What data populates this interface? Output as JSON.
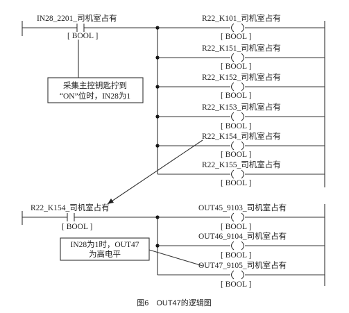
{
  "rung1": {
    "contact_tag": "IN28_2201_司机室占有",
    "contact_type": "[ BOOL ]",
    "coils": [
      {
        "tag": "R22_K101_司机室占有",
        "type": "[ BOOL ]"
      },
      {
        "tag": "R22_K151_司机室占有",
        "type": "[ BOOL ]"
      },
      {
        "tag": "R22_K152_司机室占有",
        "type": "[ BOOL ]"
      },
      {
        "tag": "R22_K153_司机室占有",
        "type": "[ BOOL ]"
      },
      {
        "tag": "R22_K154_司机室占有",
        "type": "[ BOOL ]"
      },
      {
        "tag": "R22_K155_司机室占有",
        "type": "[ BOOL ]"
      }
    ],
    "note_lines": [
      "采集主控钥匙拧到",
      "“ON”位时，IN28为1"
    ]
  },
  "rung2": {
    "contact_tag": "R22_K154_司机室占有",
    "contact_type": "[ BOOL ]",
    "coils": [
      {
        "tag": "OUT45_9103_司机室占有",
        "type": "[ BOOL ]"
      },
      {
        "tag": "OUT46_9104_司机室占有",
        "type": "[ BOOL ]"
      },
      {
        "tag": "OUT47_9105_司机室占有",
        "type": "[ BOOL ]"
      }
    ],
    "note_lines": [
      "IN28为1时，OUT47",
      "为高电平"
    ]
  },
  "caption": "图6　OUT47的逻辑图"
}
